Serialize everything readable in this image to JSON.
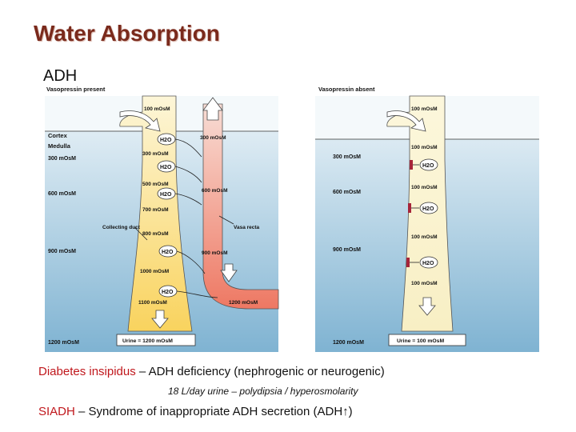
{
  "title": "Water Absorption",
  "section_label": "ADH",
  "left_panel": {
    "heading": "Vasopressin present",
    "cortex_label": "Cortex",
    "medulla_label": "Medulla",
    "level_labels": [
      "300 mOsM",
      "600 mOsM",
      "900 mOsM",
      "1200 mOsM"
    ],
    "duct_labels": [
      "100 mOsM",
      "300 mOsM",
      "500 mOsM",
      "700 mOsM",
      "800 mOsM",
      "1000 mOsM",
      "1100 mOsM"
    ],
    "vasa_labels": [
      "300 mOsM",
      "600 mOsM",
      "900 mOsM",
      "1200 mOsM"
    ],
    "water_label": "H2O",
    "collecting_duct_label": "Collecting duct",
    "vasa_recta_label": "Vasa recta",
    "urine_label": "Urine = 1200 mOsM"
  },
  "right_panel": {
    "heading": "Vasopressin absent",
    "level_labels": [
      "300 mOsM",
      "600 mOsM",
      "900 mOsM",
      "1200 mOsM"
    ],
    "duct_labels": [
      "100 mOsM",
      "100 mOsM",
      "100 mOsM",
      "100 mOsM",
      "100 mOsM"
    ],
    "water_label": "H2O",
    "urine_label": "Urine = 100 mOsM"
  },
  "captions": {
    "di_term": "Diabetes insipidus",
    "di_text": " – ADH deficiency (nephrogenic or neurogenic)",
    "di_detail": "18 L/day urine – polydipsia / hyperosmolarity",
    "siadh_term": "SIADH",
    "siadh_text": " – Syndrome of inappropriate ADH secretion (ADH",
    "siadh_arrow": "↑",
    "siadh_close": ")"
  },
  "colors": {
    "title": "#7a2a1c",
    "caption_term": "#c0171c",
    "duct_fill_top": "#fdf6d8",
    "duct_fill_bottom": "#f9d35e",
    "vasa_fill_top": "#f7d3cb",
    "vasa_fill_bottom": "#f07a63",
    "interstitium_top": "#e6f0f6",
    "interstitium_bottom": "#7fb3d2"
  }
}
